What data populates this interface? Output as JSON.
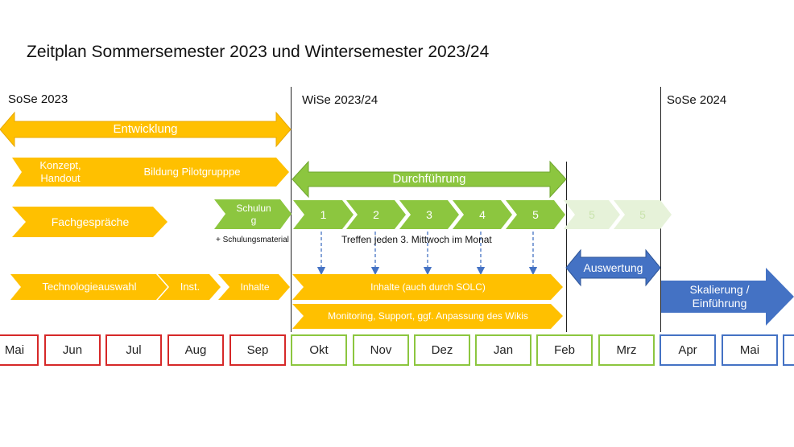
{
  "title": "Zeitplan Sommersemester 2023 und Wintersemester 2023/24",
  "semesters": {
    "sose2023": "SoSe 2023",
    "wise2023": "WiSe 2023/24",
    "sose2024": "SoSe 2024"
  },
  "bars": {
    "entwicklung": "Entwicklung",
    "konzept": "Konzept,\nHandout",
    "pilotgruppe": "Bildung Pilotgrupppe",
    "durchfuehrung": "Durchführung",
    "fachgespraeche": "Fachgespräche",
    "schulung": "Schulun\ng",
    "technologieauswahl": "Technologieauswahl",
    "inst": "Inst.",
    "inhalte": "Inhalte",
    "inhalte_solc": "Inhalte (auch durch SOLC)",
    "monitoring": "Monitoring, Support, ggf. Anpassung des Wikis",
    "auswertung": "Auswertung",
    "skalierung": "Skalierung /\nEinführung"
  },
  "meetings": [
    "1",
    "2",
    "3",
    "4",
    "5"
  ],
  "ghost_meetings": [
    "5",
    "5"
  ],
  "notes": {
    "schulungsmaterial": "+ Schulungsmaterial",
    "treffen": "Treffen jeden 3. Mittwoch im Monat"
  },
  "months": [
    "Mai",
    "Jun",
    "Jul",
    "Aug",
    "Sep",
    "Okt",
    "Nov",
    "Dez",
    "Jan",
    "Feb",
    "Mrz",
    "Apr",
    "Mai"
  ],
  "colors": {
    "orange": "#ffc000",
    "green": "#8cc63f",
    "blue": "#4472c4",
    "red": "#d62828",
    "ghost": "#e6f2d9"
  }
}
